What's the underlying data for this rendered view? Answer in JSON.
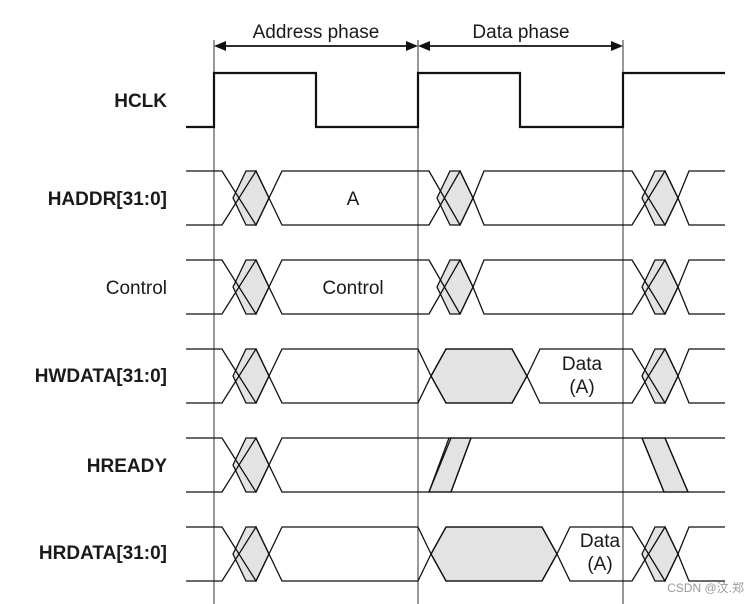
{
  "phases": {
    "address": "Address phase",
    "data": "Data phase"
  },
  "signals": {
    "hclk": "HCLK",
    "haddr": "HADDR[31:0]",
    "control": "Control",
    "hwdata": "HWDATA[31:0]",
    "hready": "HREADY",
    "hrdata": "HRDATA[31:0]"
  },
  "values": {
    "haddr_value": "A",
    "control_value": "Control",
    "hwdata_value_line1": "Data",
    "hwdata_value_line2": "(A)",
    "hrdata_value_line1": "Data",
    "hrdata_value_line2": "(A)"
  },
  "watermark": "CSDN @汶.郑",
  "colors": {
    "line": "#111111",
    "shade": "#e3e3e3"
  }
}
